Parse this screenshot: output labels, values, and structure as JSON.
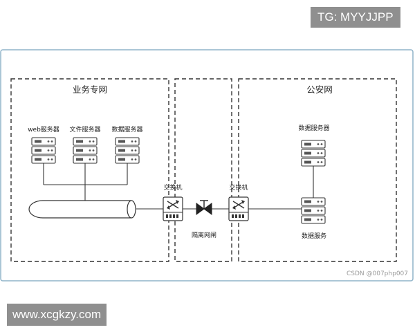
{
  "badges": {
    "tg": "TG: MYYJJPP",
    "site": "www.xcgkzy.com"
  },
  "zones": {
    "business": "业务专网",
    "police": "公安网"
  },
  "servers": {
    "web": "web服务器",
    "file": "文件服务器",
    "db_left": "数据服务器",
    "db_right": "数据服务器",
    "data_service": "数据服务"
  },
  "switches": {
    "left": "交换机",
    "right": "交换机"
  },
  "gateway": "隔离网闸",
  "watermark": "CSDN @007php007",
  "colors": {
    "frame": "#8fb3c9",
    "badge_bg": "#8f8f8f",
    "stroke": "#333333"
  }
}
